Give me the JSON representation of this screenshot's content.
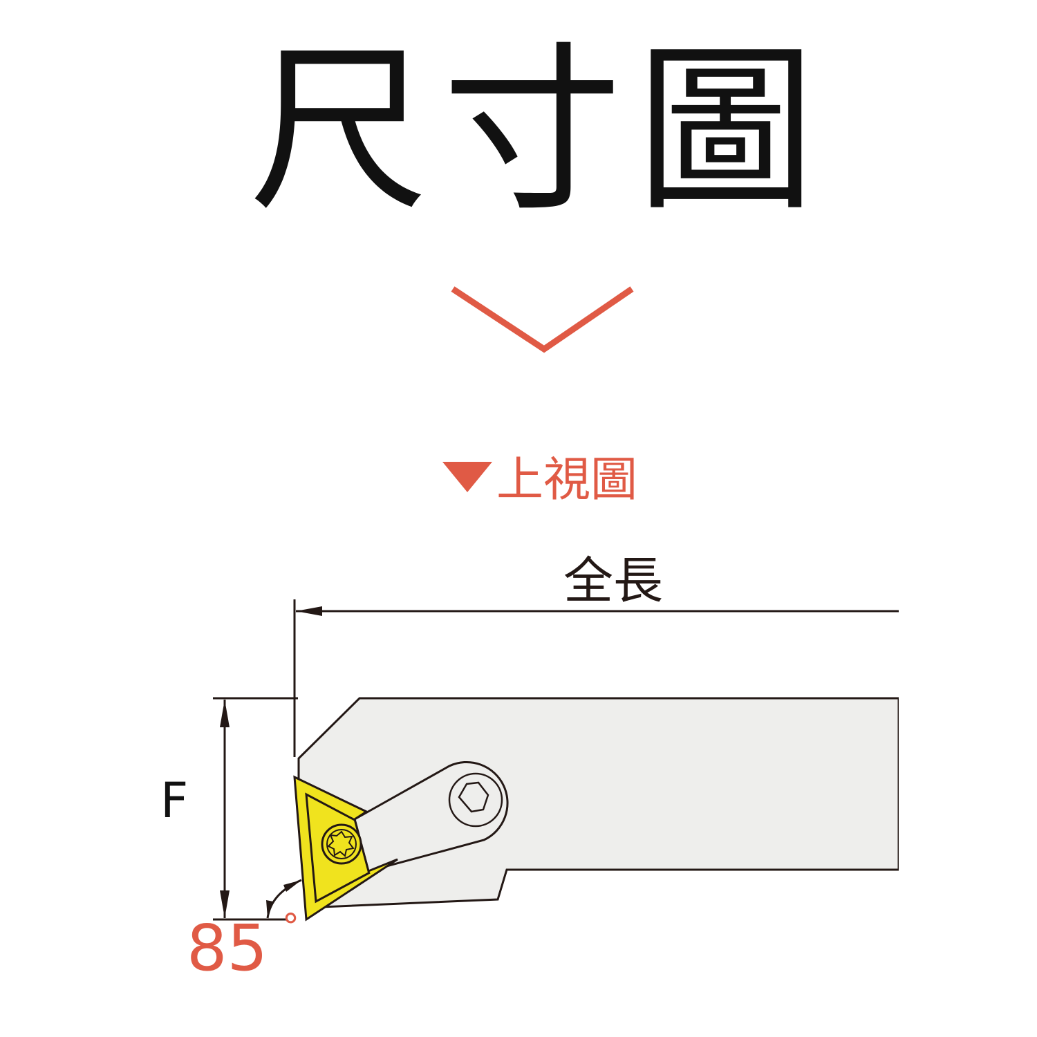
{
  "title": "尺寸圖",
  "section": {
    "label": "上視圖",
    "marker_icon": "triangle-down-icon"
  },
  "dimensions": {
    "overall_length": "全長",
    "f": "F",
    "angle": "85",
    "angle_unit": "°"
  },
  "colors": {
    "accent": "#e05a45",
    "insert": "#f0e31e",
    "body": "#eeeeec",
    "line": "#231815"
  }
}
